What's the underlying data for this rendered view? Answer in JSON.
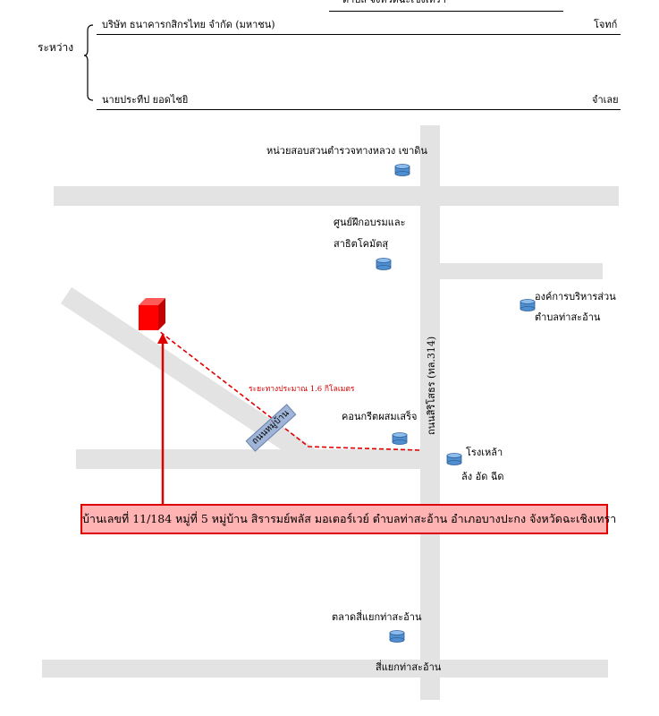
{
  "header": {
    "top_partial": "ตำบล จังหวัดฉะเชิงเทรา",
    "between_label": "ระหว่าง",
    "party_one": "บริษัท ธนาคารกสิกรไทย จำกัด (มหาชน)",
    "party_one_role": "โจทก์",
    "party_two": "นายประทีป ยอดไชยิ",
    "party_two_role": "จำเลย"
  },
  "map": {
    "landmarks": {
      "highway_police": "หน่วยสอบสวนตำรวจทางหลวง เขาดิน",
      "training_center_line1": "ศูนย์ฝึกอบรมและ",
      "training_center_line2": "สาธิตโคมัตสุ",
      "sao_line1": "องค์การบริหารส่วน",
      "sao_line2": "ตำบลท่าสะอ้าน",
      "concrete": "คอนกรีตผสมเสร็จ",
      "distillery_line1": "โรงเหล้า",
      "distillery_line2": "ล้ง อัด ฉีด",
      "market": "ตลาดสี่แยกท่าสะอ้าน"
    },
    "roads": {
      "main_road": "ถนนสิริโสธร (ทล.314)",
      "village_road": "ถนนหมู่บ้าน",
      "intersection": "สี่แยกท่าสะอ้าน"
    },
    "distance_note": "ระยะทางประมาณ 1.6 กิโลเมตร",
    "address": "บ้านเลขที่ 11/184 หมู่ที่ 5 หมู่บ้าน สิรารมย์พลัส มอเตอร์เวย์  ตำบลท่าสะอ้าน อำเภอบางปะกง จังหวัดฉะเชิงเทรา",
    "colors": {
      "road": "#e3e3e3",
      "route": "#e00000",
      "marker": "#ff0000",
      "landmark": "#4f8fd0",
      "banner_fill": "#ffb3b3"
    },
    "landmark_icon": "cylinder-icon",
    "target_icon": "red-cube-icon"
  }
}
